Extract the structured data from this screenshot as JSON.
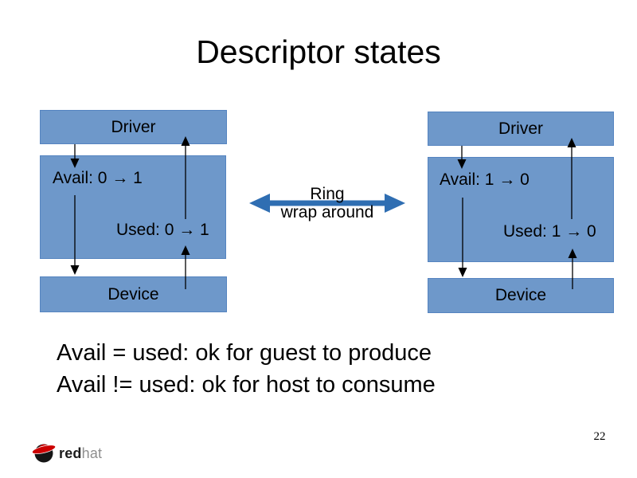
{
  "slide": {
    "title": "Descriptor states",
    "page_number": "22"
  },
  "diagram_left": {
    "driver": "Driver",
    "avail": "Avail: 0 → 1",
    "used": "Used: 0 → 1",
    "device": "Device"
  },
  "diagram_right": {
    "driver": "Driver",
    "avail": "Avail: 1 → 0",
    "used": "Used: 1 → 0",
    "device": "Device"
  },
  "ring_arrow": {
    "label_line1": "Ring",
    "label_line2": "wrap around"
  },
  "notes": {
    "line1": "Avail = used: ok for guest to produce",
    "line2": "Avail != used: ok for host to consume"
  },
  "footer": {
    "logo_icon": "redhat-shadowman",
    "logo_bold": "red",
    "logo_light": "hat"
  },
  "colors": {
    "box_fill": "#6e98ca",
    "box_border": "#5584c0",
    "big_arrow": "#2f6eb2",
    "thin_arrow": "#000000",
    "text": "#000000",
    "logo_red": "#cc0000",
    "logo_gray": "#8e8e8e"
  }
}
